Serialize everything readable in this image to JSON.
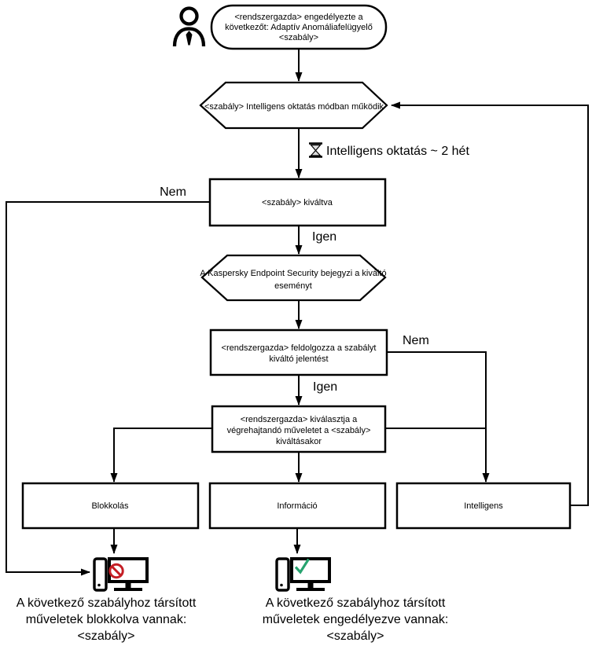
{
  "colors": {
    "line": "#000000",
    "blocked_text": "#c0524e",
    "allowed_text": "#009da6",
    "prohibition_red": "#c41e25",
    "check_green": "#27a36f"
  },
  "nodes": {
    "start": {
      "lines": [
        "<rendszergazda> engedélyezte a",
        "következőt: Adaptív Anomáliafelügyelő",
        "<szabály>"
      ]
    },
    "training_mode": {
      "label": "<szabály> Intelligens oktatás módban működik"
    },
    "training_duration": {
      "label": "Intelligens oktatás ~ 2 hét"
    },
    "rule_triggered": {
      "label": "<szabály> kiváltva"
    },
    "logs_event": {
      "lines": [
        "A Kaspersky Endpoint Security bejegyzi a kiváltó",
        "eseményt"
      ]
    },
    "admin_processes": {
      "lines": [
        "<rendszergazda> feldolgozza a szabályt",
        "kiváltó jelentést"
      ]
    },
    "admin_selects": {
      "lines": [
        "<rendszergazda> kiválasztja a",
        "végrehajtandó műveletet a <szabály>",
        "kiváltásakor"
      ]
    },
    "action_block": {
      "label": "Blokkolás"
    },
    "action_inform": {
      "label": "Információ"
    },
    "action_smart": {
      "label": "Intelligens"
    }
  },
  "edge_labels": {
    "no_left": "Nem",
    "yes_first": "Igen",
    "no_right": "Nem",
    "yes_second": "Igen"
  },
  "outcomes": {
    "blocked": {
      "lines": [
        "A következő szabályhoz társított",
        "műveletek blokkolva vannak:",
        "<szabály>"
      ]
    },
    "allowed": {
      "lines": [
        "A következő szabályhoz társított",
        "műveletek engedélyezve vannak:",
        "<szabály>"
      ]
    }
  }
}
